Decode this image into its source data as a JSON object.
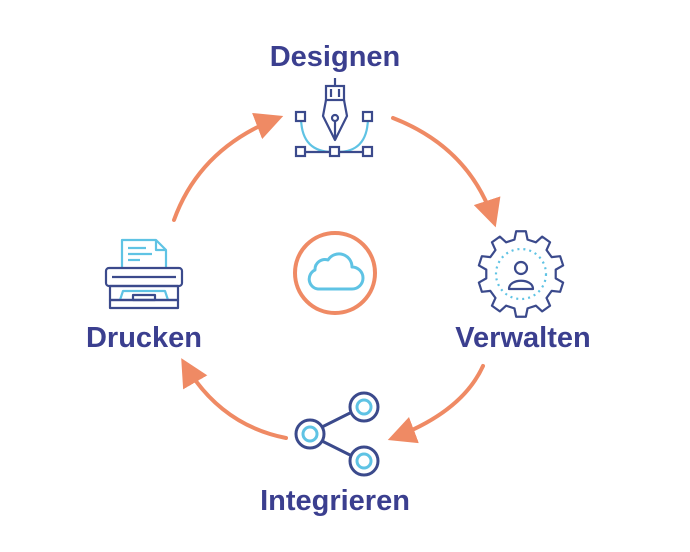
{
  "diagram": {
    "steps": [
      {
        "label": "Designen",
        "icon": "pen-nib-icon"
      },
      {
        "label": "Verwalten",
        "icon": "gear-user-icon"
      },
      {
        "label": "Integrieren",
        "icon": "share-nodes-icon"
      },
      {
        "label": "Drucken",
        "icon": "printer-icon"
      }
    ],
    "center_icon": "cloud-icon",
    "colors": {
      "label": "#3b3f8f",
      "arrow": "#ef8a64",
      "icon_dark": "#3b4a8c",
      "icon_light": "#5fc3e4"
    }
  }
}
